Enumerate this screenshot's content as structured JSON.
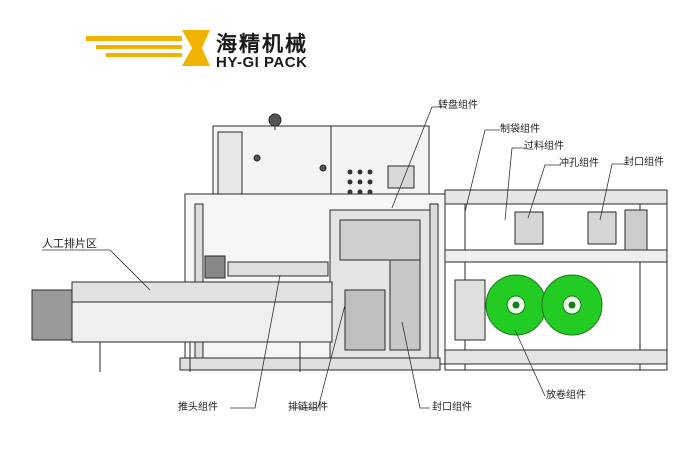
{
  "logo": {
    "name_cn": "海精机械",
    "name_en": "HY-GI PACK",
    "accent_color": "#f0b400"
  },
  "callouts": {
    "turntable": "转盘组件",
    "bag_making": "制袋组件",
    "feed_over": "过料组件",
    "punching": "冲孔组件",
    "sealing_top": "封口组件",
    "manual_area": "人工排片区",
    "push_head": "推头组件",
    "chain": "排链组件",
    "sealing_bottom": "封口组件",
    "unwind": "放卷组件"
  },
  "colors": {
    "line": "#2a2a2a",
    "frame_fill": "#f2f2f2",
    "roll_green": "#22cc22"
  }
}
